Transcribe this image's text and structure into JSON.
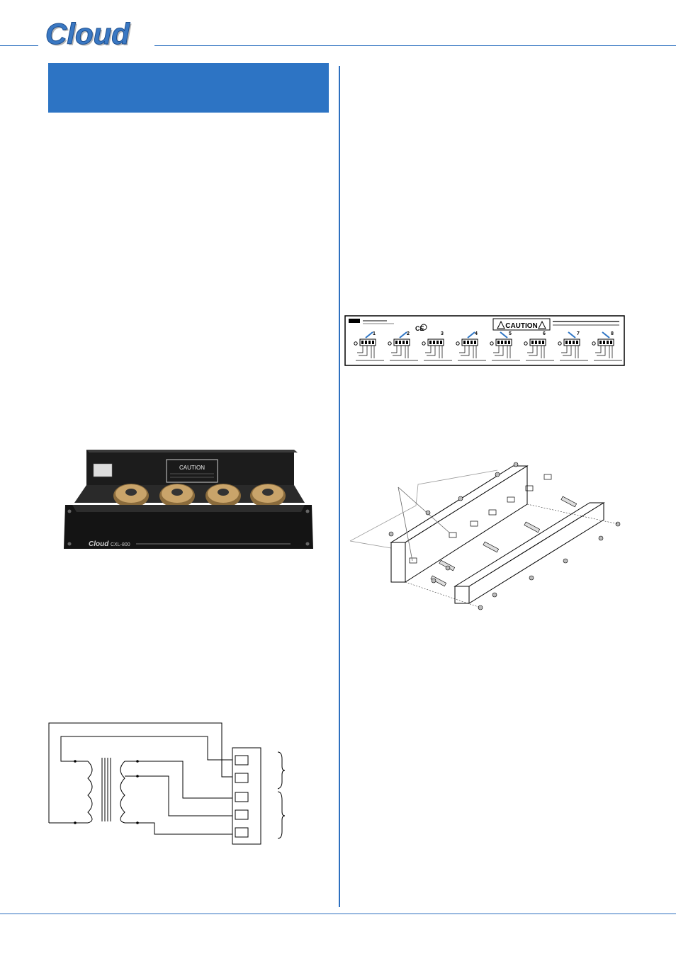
{
  "brand": {
    "logo_text": "Cloud"
  },
  "colors": {
    "accent": "#2d74c4",
    "rule": "#2c6fbf",
    "logo_fill": "#3a78c3"
  },
  "photo": {
    "front_brand": "Cloud",
    "front_model": "CXL-800",
    "caution_label": "CAUTION"
  },
  "panel": {
    "caution_label": "CAUTION",
    "channels": [
      "1",
      "2",
      "3",
      "4",
      "5",
      "6",
      "7",
      "8"
    ]
  }
}
